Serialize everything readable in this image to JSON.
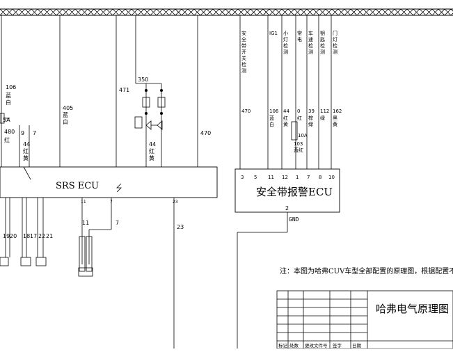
{
  "left_wires": {
    "w106": {
      "num": "106",
      "color": "蓝\n白"
    },
    "fuse": "5A",
    "w480": "480",
    "w480_color": "红",
    "pin9": "9",
    "pin7": "7",
    "w44": "44",
    "w44_color": "红\n黄",
    "w405": "405",
    "w405_color": "蓝\n白",
    "w471": "471",
    "w350": "350",
    "w44b": "44",
    "w44b_color": "红\n黄",
    "w470": "470"
  },
  "srs_ecu": {
    "label": "SRS    ECU",
    "pin11": "11",
    "pin7": "7",
    "pin23": "23",
    "w11": "11",
    "w7": "7",
    "w23": "23"
  },
  "bottom_wires": [
    "19",
    "20",
    "18",
    "17",
    "22",
    "21"
  ],
  "seatbelt_ecu": {
    "label": "安全带报警ECU",
    "pins": [
      "3",
      "5",
      "11",
      "12",
      "1",
      "7",
      "8",
      "10"
    ],
    "gnd_pin": "2",
    "gnd_label": "GND"
  },
  "inputs": [
    {
      "title": "安\n全\n带\n开\n关\n检\n测",
      "wire": "470",
      "color": ""
    },
    {
      "title": "IG1",
      "wire": "106",
      "color": "蓝\n白"
    },
    {
      "title": "小\n灯\n检\n测",
      "wire": "44",
      "color": "红\n黄"
    },
    {
      "title": "常\n电",
      "wire": "0",
      "color": "红"
    },
    {
      "title": "车\n速\n检\n测",
      "wire": "39",
      "color": "棕\n绿"
    },
    {
      "title": "钥\n匙\n检\n测",
      "wire": "112",
      "color": "绿"
    },
    {
      "title": "门\n灯\n检\n测",
      "wire": "162",
      "color": "黑\n黄"
    }
  ],
  "fuse_10a": "10A",
  "w103": "103",
  "w103_color": "蓝红",
  "note": "注：本图为哈弗CUV车型全部配置的原理图，根据配置不",
  "title_block": {
    "title": "哈弗电气原理图",
    "headers": [
      "标记",
      "处数",
      "更改文件号",
      "签字",
      "日期"
    ]
  }
}
